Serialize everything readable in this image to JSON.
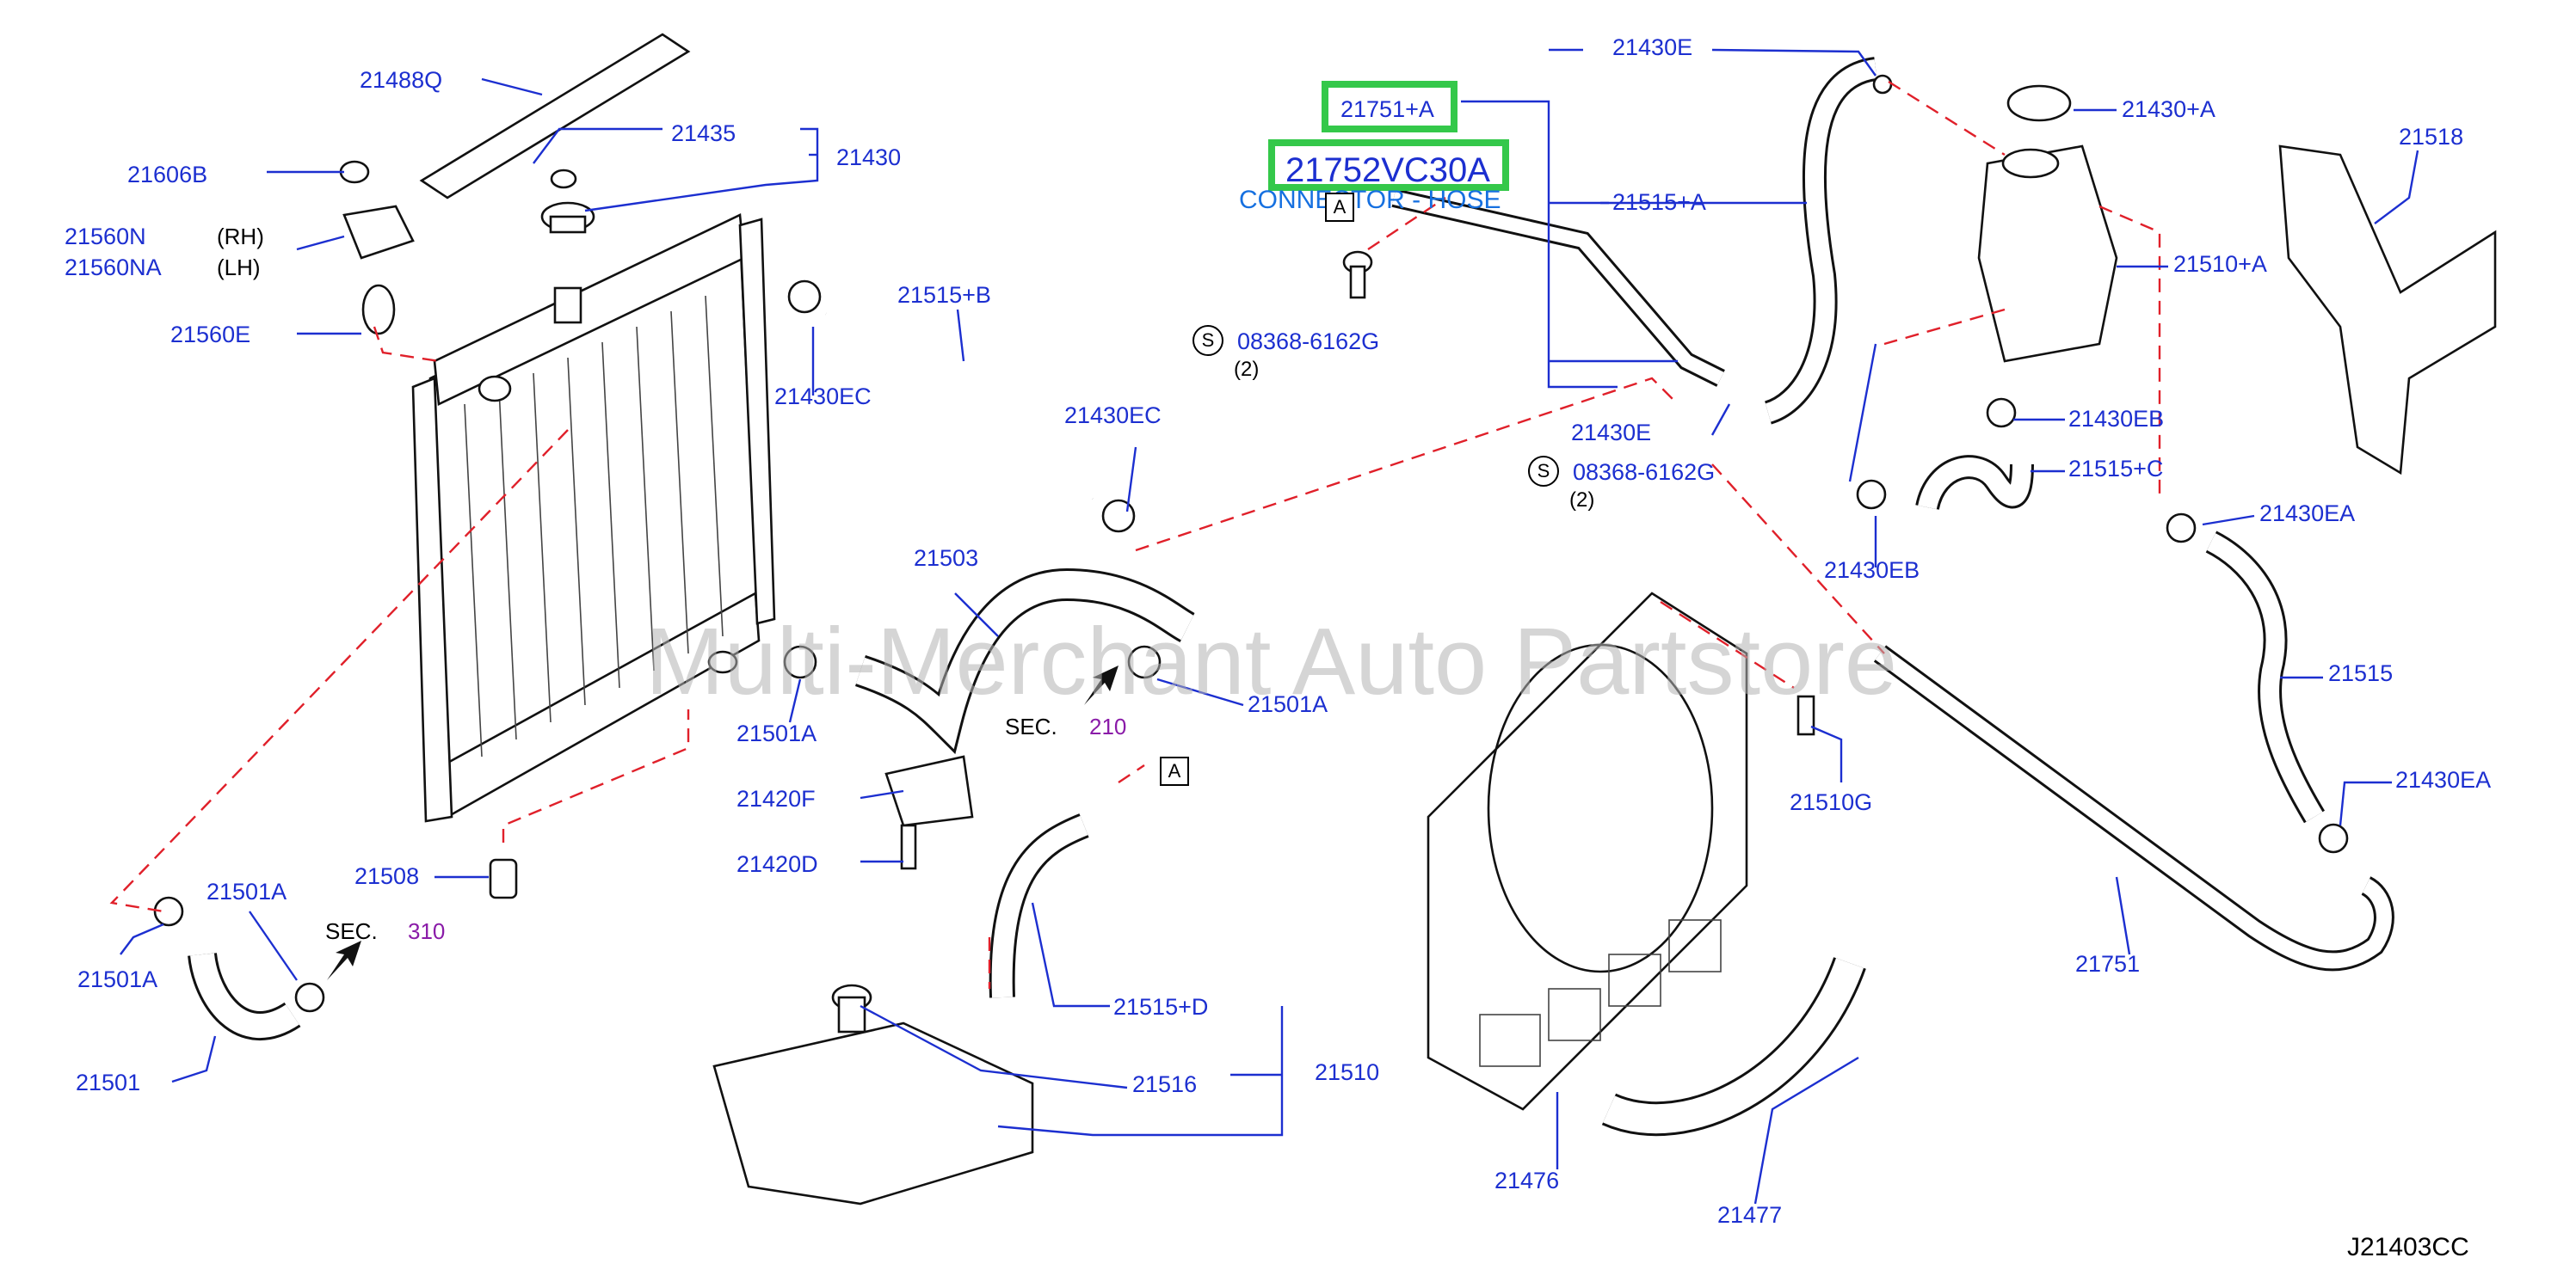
{
  "diagram": {
    "watermark": "Multi-Merchant Auto Partstore",
    "drawing_code": "J21403CC",
    "highlighted": [
      "21751+A",
      "21752VC30A"
    ],
    "note": "CONNECTOR - HOSE",
    "labels": {
      "p21488Q": "21488Q",
      "p21435": "21435",
      "p21430": "21430",
      "p21606B": "21606B",
      "p21560N": "21560N",
      "rh": "(RH)",
      "p21560NA": "21560NA",
      "lh": "(LH)",
      "p21560E": "21560E",
      "p21515B": "21515+B",
      "p21430EC_1": "21430EC",
      "p21430EC_2": "21430EC",
      "p21503": "21503",
      "p21501A_1": "21501A",
      "p21501A_2": "21501A",
      "p21501A_3": "21501A",
      "p21501A_4": "21501A",
      "sec1": "SEC.",
      "sec1num": "210",
      "sec2": "SEC.",
      "sec2num": "310",
      "p21420F": "21420F",
      "p21420D": "21420D",
      "p21508": "21508",
      "p21501": "21501",
      "p21515D": "21515+D",
      "p21516": "21516",
      "p21510": "21510",
      "p21476": "21476",
      "p21477": "21477",
      "p21510G": "21510G",
      "p21751": "21751",
      "p21751A": "21751+A",
      "p21752VC30A": "21752VC30A",
      "p21430E_1": "21430E",
      "p21430E_2": "21430E",
      "p21515A": "21515+A",
      "bolt1": "08368-6162G",
      "bolt1qty": "(2)",
      "bolt2": "08368-6162G",
      "bolt2qty": "(2)",
      "s1": "S",
      "s2": "S",
      "a1": "A",
      "a2": "A",
      "p21430A": "21430+A",
      "p21518": "21518",
      "p21510A": "21510+A",
      "p21430EB_1": "21430EB",
      "p21430EB_2": "21430EB",
      "p21515C": "21515+C",
      "p21430EA_1": "21430EA",
      "p21430EA_2": "21430EA",
      "p21515": "21515"
    }
  },
  "colors": {
    "label": "#1c2fd0",
    "highlight": "#34c84a",
    "leader_dashed": "#e0202a",
    "section_number": "#8a1ba8",
    "note": "#1670e0"
  }
}
